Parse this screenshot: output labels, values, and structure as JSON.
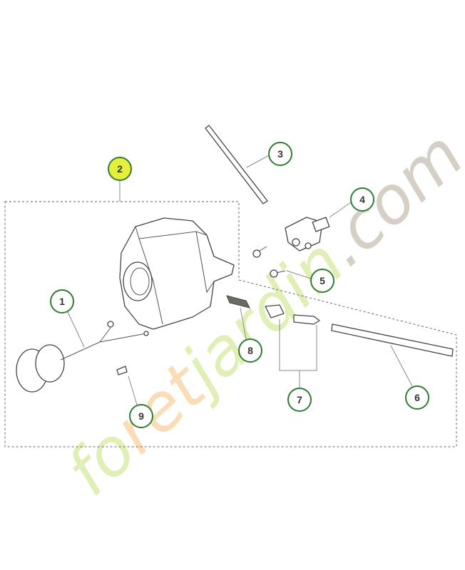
{
  "diagram": {
    "callouts": [
      {
        "label": "1",
        "part": "fuel-cap"
      },
      {
        "label": "2",
        "part": "fuel-tank-assembly",
        "highlighted": true
      },
      {
        "label": "3",
        "part": "fuel-hose"
      },
      {
        "label": "4",
        "part": "oil-pump"
      },
      {
        "label": "5",
        "part": "screw"
      },
      {
        "label": "6",
        "part": "oil-hose"
      },
      {
        "label": "7",
        "part": "fittings"
      },
      {
        "label": "8",
        "part": "fuel-filter"
      },
      {
        "label": "9",
        "part": "screw"
      }
    ],
    "colors": {
      "callout_border": "#2f7d32",
      "highlight_fill": "#e4f03c"
    }
  },
  "watermark": {
    "text": "foretjardin.com",
    "parts": [
      "fo",
      "ret",
      "jardin",
      ".com"
    ],
    "colors": [
      "#c6e27a",
      "#f7c07c",
      "#c6e27a",
      "#b5a999"
    ]
  }
}
